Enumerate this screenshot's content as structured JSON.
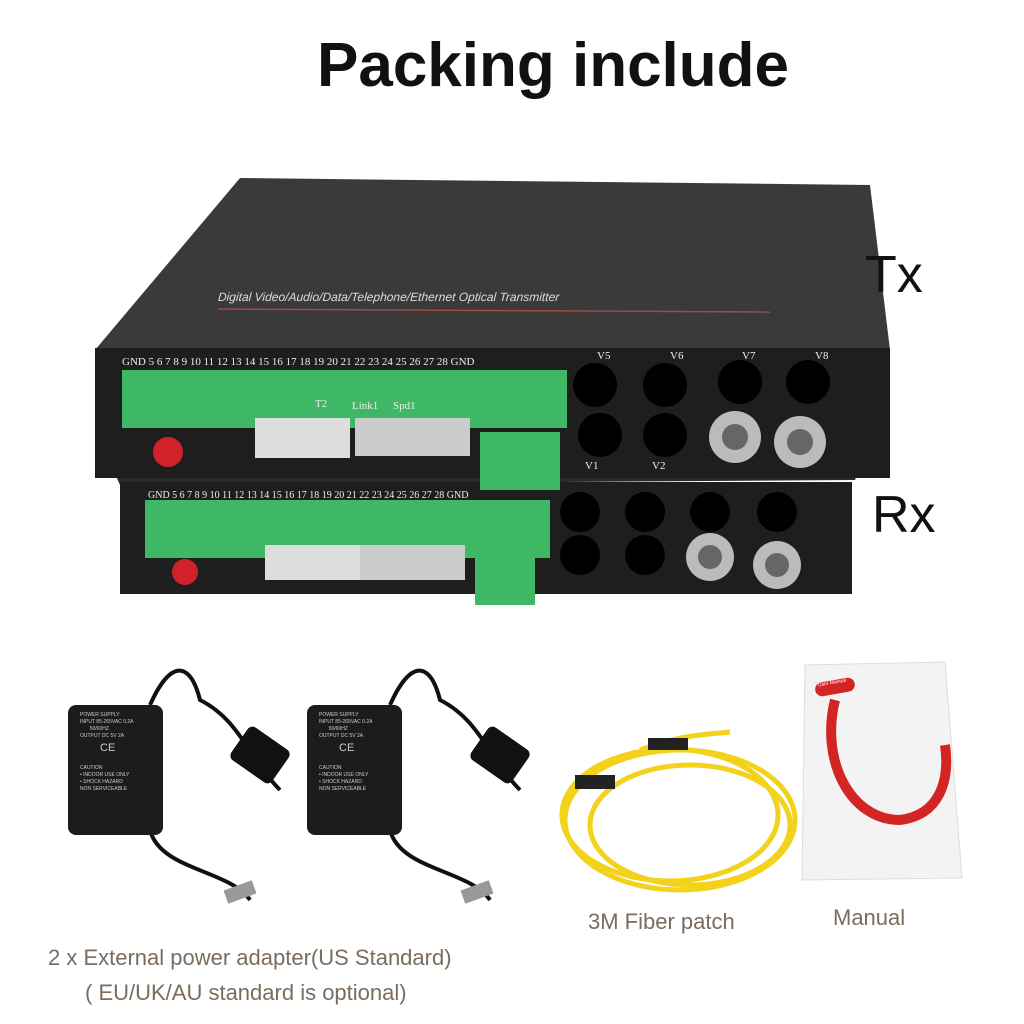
{
  "title": "Packing include",
  "tx_label": "Tx",
  "rx_label": "Rx",
  "device": {
    "label": "Digital Video/Audio/Data/Telephone/Ethernet  Optical Transmitter",
    "ports_row": "GND 5  6  7  8   9  10 11 12 13 14 15 16 17 18 19 20 21 22 23 24 25 26 27 28 GND",
    "t2": "T2",
    "link": "Link1",
    "spd": "Spd1",
    "video": [
      "V5",
      "V6",
      "V7",
      "V8",
      "V1",
      "V2"
    ]
  },
  "adapter": {
    "text": "POWER SUPPLY\nINPUT 85-265VAC 0.2A\n       50/60HZ\nOUTPUT DC 5V 2A",
    "ce": "CE",
    "caution": "CAUTION\n• INDOOR USE ONLY\n• SHOCK HAZARD\nNON SERVICEABLE"
  },
  "manual_badge": "User Manual",
  "captions": {
    "fiber": "3M Fiber patch",
    "manual": "Manual",
    "adapter_line1": "2 x External power adapter(US Standard)",
    "adapter_line2": "( EU/UK/AU standard is optional)"
  }
}
